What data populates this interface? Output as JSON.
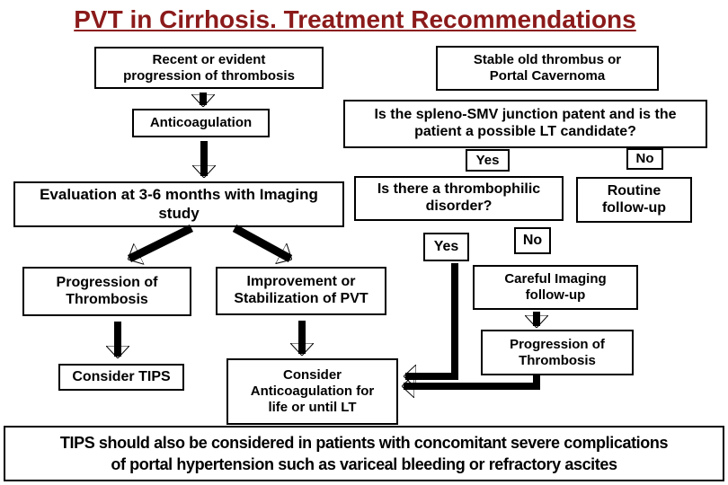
{
  "title": "PVT in Cirrhosis. Treatment Recommendations",
  "colors": {
    "title_text": "#8B1A1A",
    "box_border": "#000000",
    "box_text": "#000000",
    "background": "#FFFFFF"
  },
  "nodes": {
    "recent": "Recent or evident\nprogression of thrombosis",
    "anticoagulation": "Anticoagulation",
    "evaluation": "Evaluation at 3-6 months with Imaging\nstudy",
    "progression_left": "Progression of\nThrombosis",
    "improvement": "Improvement or\nStabilization of PVT",
    "consider_tips": "Consider TIPS",
    "consider_anticoag": "Consider\nAnticoagulation for\nlife or until LT",
    "stable": "Stable old thrombus or\nPortal Cavernoma",
    "spleno_question": "Is the spleno-SMV junction patent and is the\npatient a possible LT candidate?",
    "yes1": "Yes",
    "no1": "No",
    "thrombophilic_question": "Is there a thrombophilic\ndisorder?",
    "routine_followup": "Routine\nfollow-up",
    "yes2": "Yes",
    "no2": "No",
    "careful_imaging": "Careful Imaging\nfollow-up",
    "progression_right": "Progression of\nThrombosis"
  },
  "footer": "TIPS should also be considered in patients with concomitant severe complications\nof portal hypertension such as variceal bleeding or refractory ascites"
}
